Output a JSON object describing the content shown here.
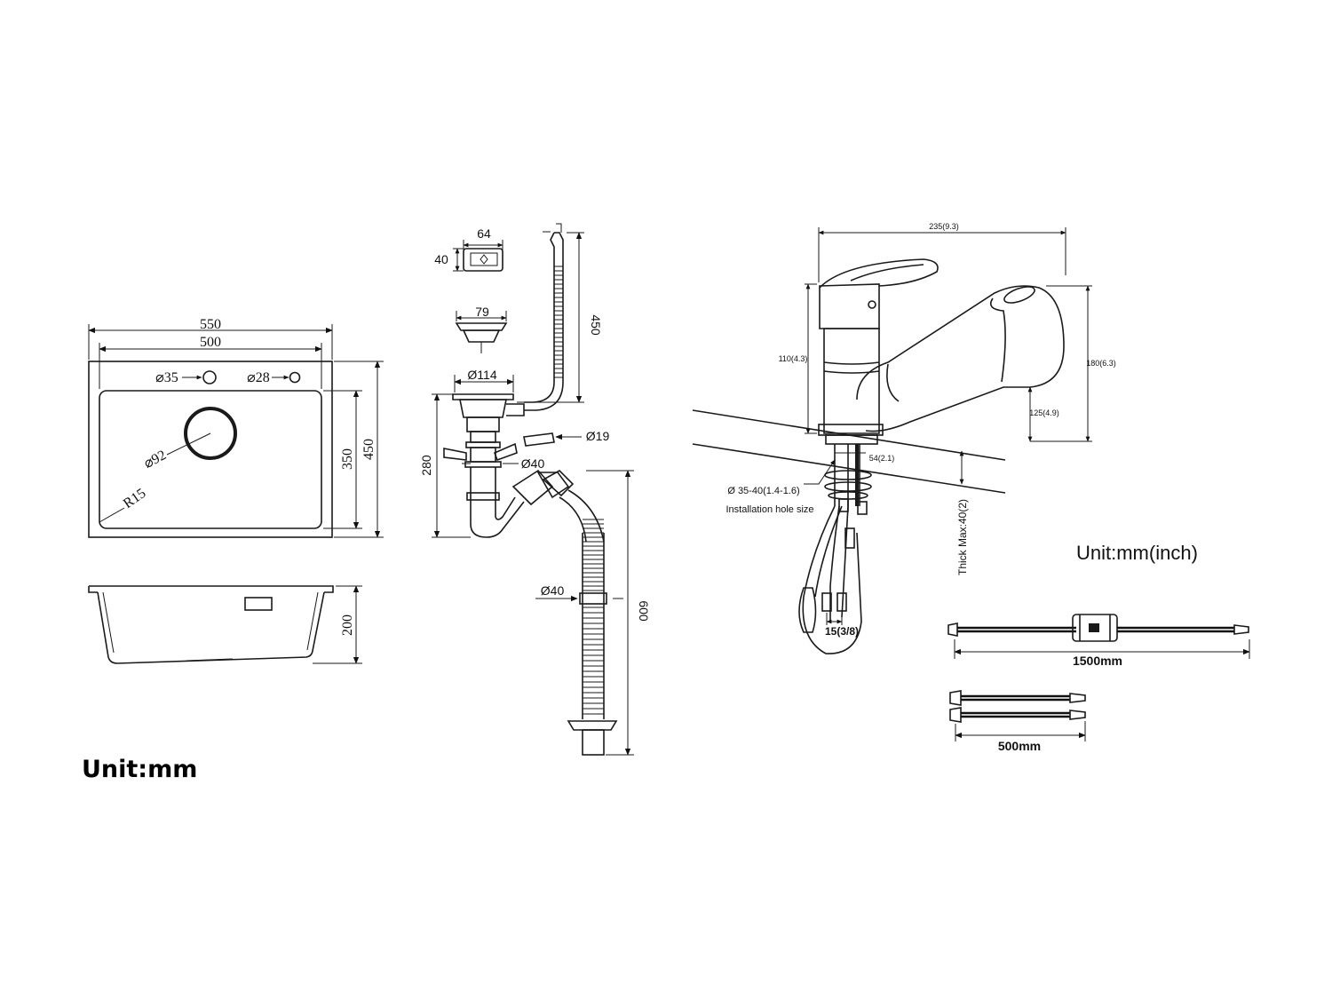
{
  "units": {
    "left": "Unit:mm",
    "right": "Unit:mm(inch)"
  },
  "sink_top": {
    "outer_width": "550",
    "inner_width": "500",
    "hole_1": "⌀35",
    "hole_2": "⌀28",
    "drain": "⌀92",
    "radius": "R15",
    "inner_depth": "350",
    "outer_depth": "450"
  },
  "sink_side": {
    "height": "200"
  },
  "drain_kit": {
    "overflow_w": "64",
    "overflow_h": "40",
    "strainer": "79",
    "flange": "Ø114",
    "hose_length": "450",
    "connector": "Ø19",
    "height": "280",
    "pipe_1": "Ø40",
    "pipe_2": "Ø40",
    "hose_total": "600"
  },
  "faucet": {
    "reach": "235(9.3)",
    "body_height": "110(4.3)",
    "total_height": "180(6.3)",
    "spout_height": "125(4.9)",
    "base": "54(2.1)",
    "hole_size": "Ø 35-40(1.4-1.6)",
    "hole_label": "Installation hole size",
    "thick_max": "Thick Max:40(2)",
    "thread": "15(3/8)"
  },
  "hoses": {
    "long": "1500mm",
    "short": "500mm"
  }
}
